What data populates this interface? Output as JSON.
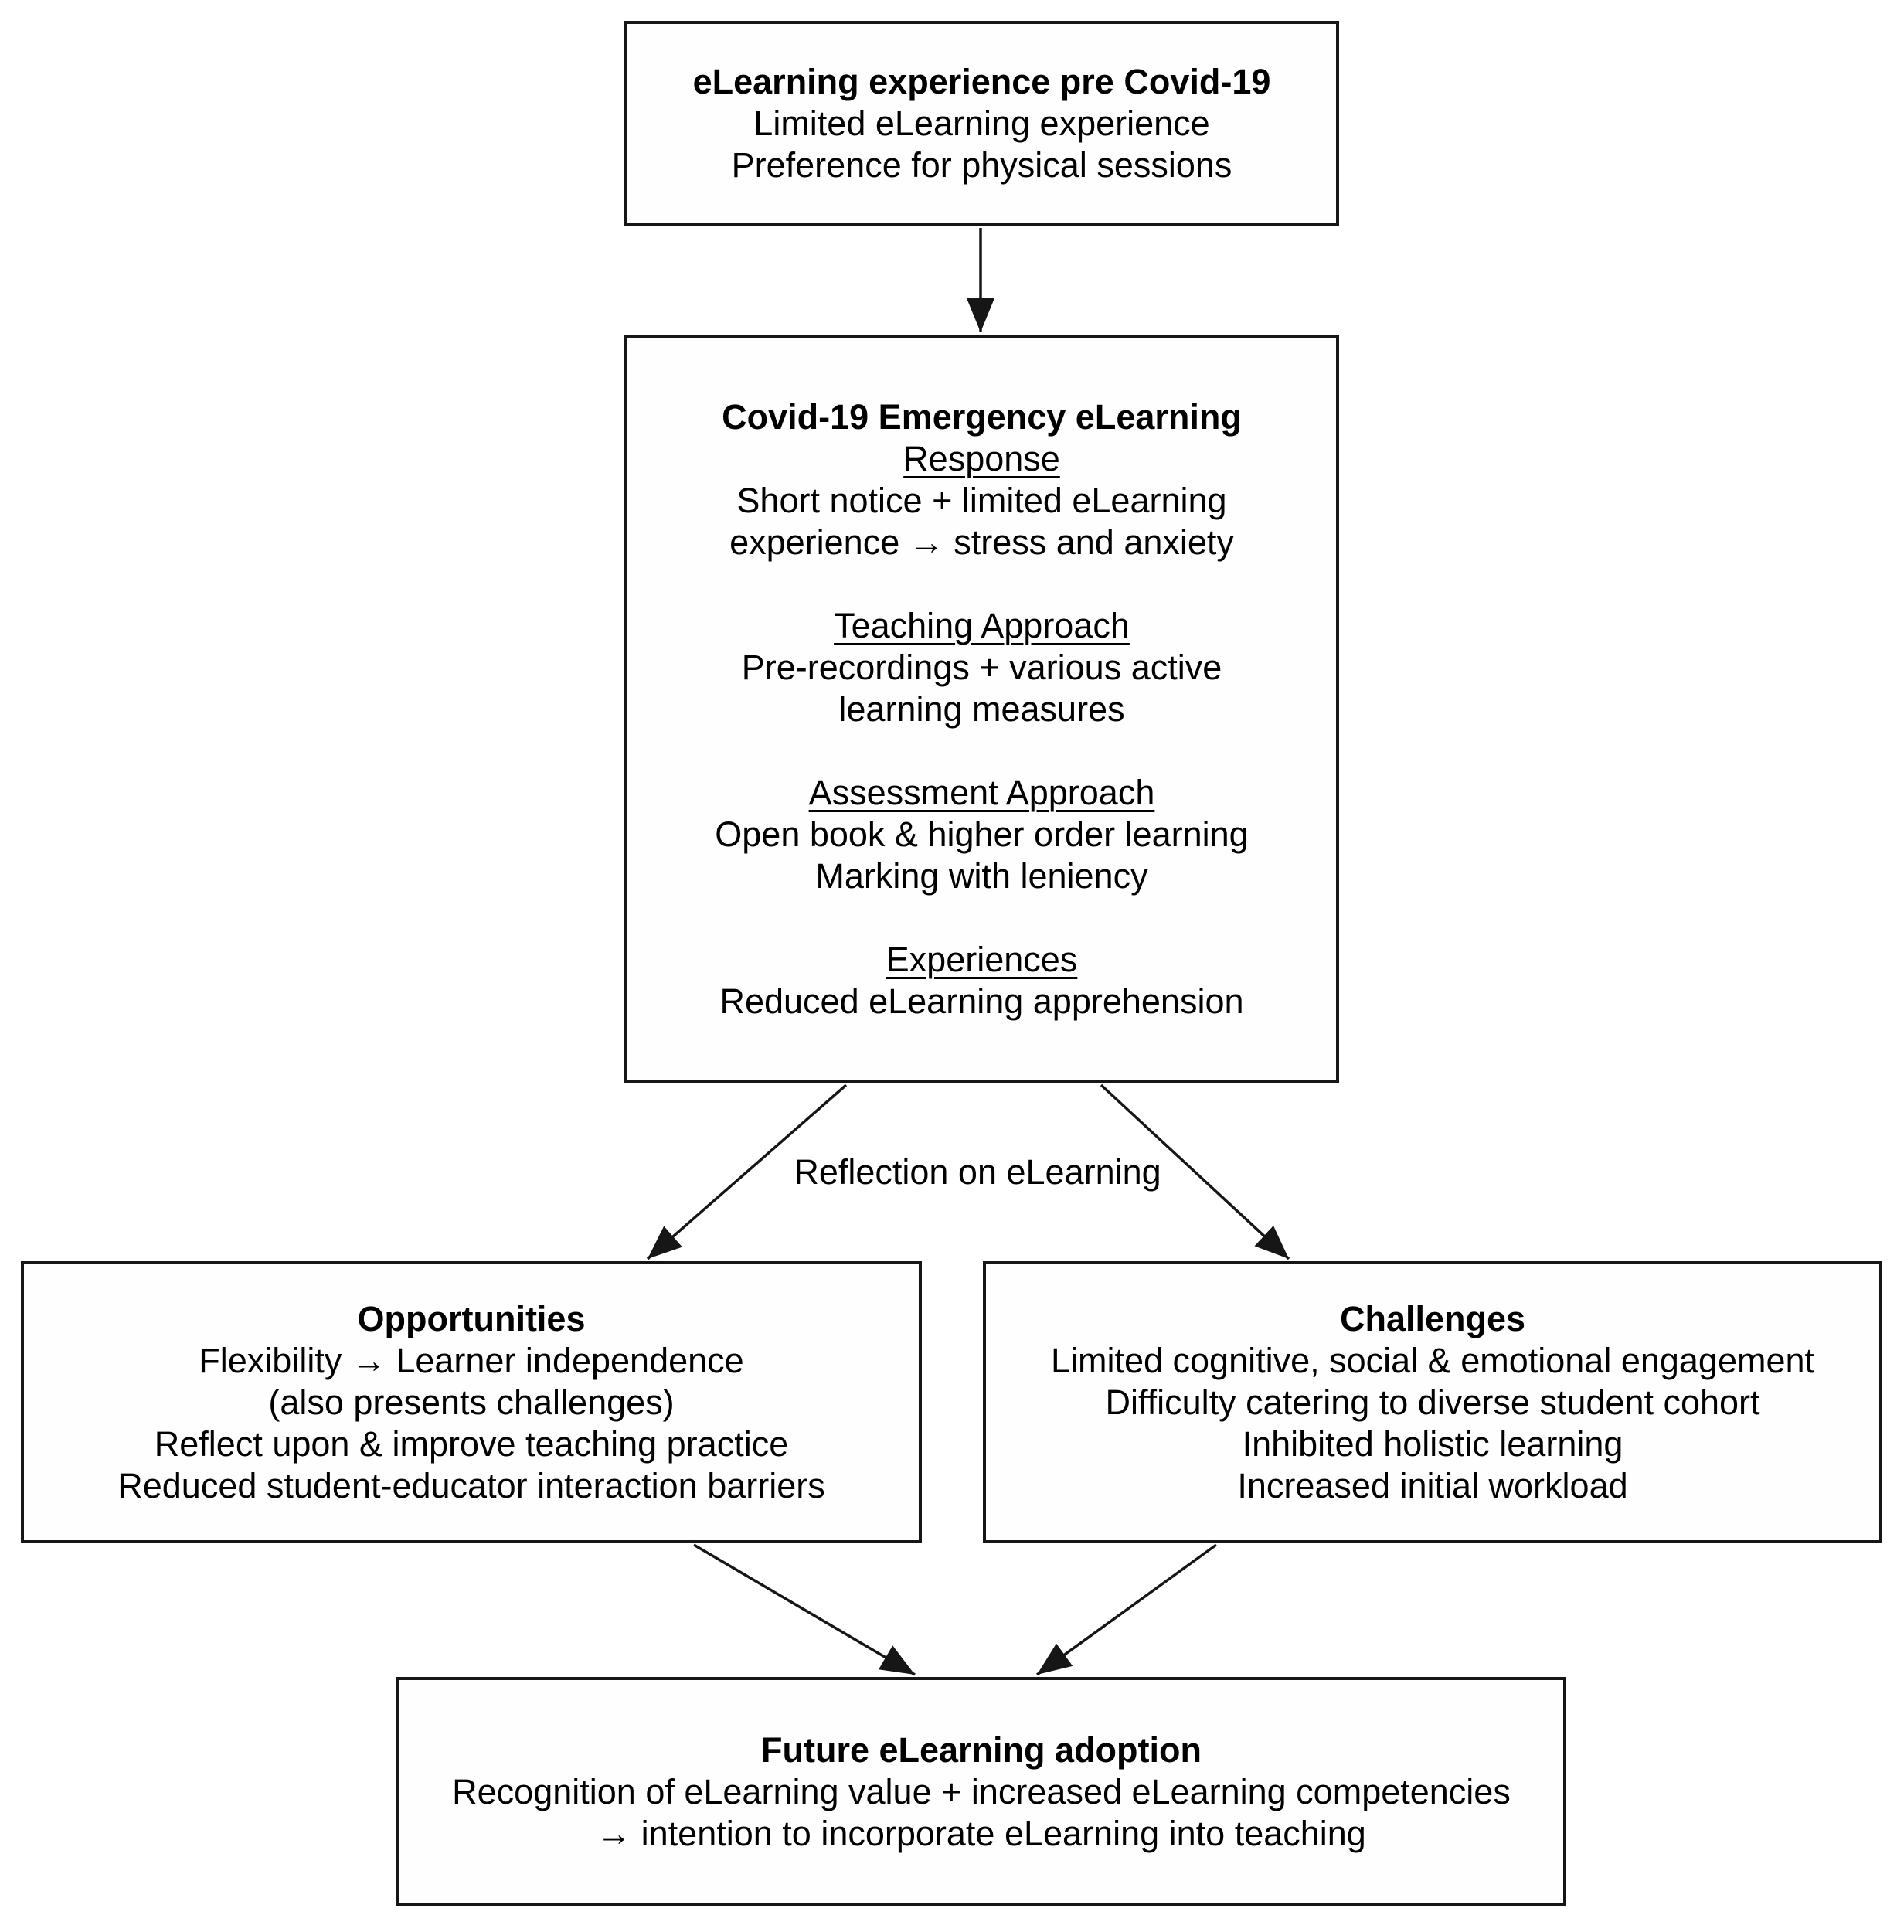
{
  "diagram": {
    "background_color": "#ffffff",
    "line_color": "#161616",
    "text_color": "#000000",
    "boxes": {
      "pre_covid": {
        "title": "eLearning experience pre Covid-19",
        "line1": "Limited eLearning experience",
        "line2": "Preference for physical sessions"
      },
      "emergency": {
        "title": "Covid-19 Emergency eLearning",
        "sections": {
          "response": {
            "heading": "Response",
            "line1": "Short notice + limited eLearning",
            "line2": "experience → stress and anxiety"
          },
          "teaching": {
            "heading": "Teaching Approach",
            "line1": "Pre-recordings + various active",
            "line2": "learning measures"
          },
          "assessment": {
            "heading": "Assessment Approach",
            "line1": "Open book & higher order learning",
            "line2": "Marking with leniency"
          },
          "experiences": {
            "heading": "Experiences",
            "line1": "Reduced eLearning apprehension"
          }
        }
      },
      "opportunities": {
        "title": "Opportunities",
        "line1": "Flexibility → Learner independence",
        "line2": "(also presents challenges)",
        "line3": "Reflect upon & improve teaching practice",
        "line4": "Reduced student-educator interaction barriers"
      },
      "challenges": {
        "title": "Challenges",
        "line1": "Limited cognitive, social & emotional engagement",
        "line2": "Difficulty catering to diverse student cohort",
        "line3": "Inhibited holistic learning",
        "line4": "Increased initial workload"
      },
      "future": {
        "title": "Future eLearning adoption",
        "line1": "Recognition of eLearning value + increased eLearning competencies",
        "line2": "→ intention to incorporate eLearning into teaching"
      }
    },
    "labels": {
      "reflection": "Reflection on eLearning"
    }
  }
}
